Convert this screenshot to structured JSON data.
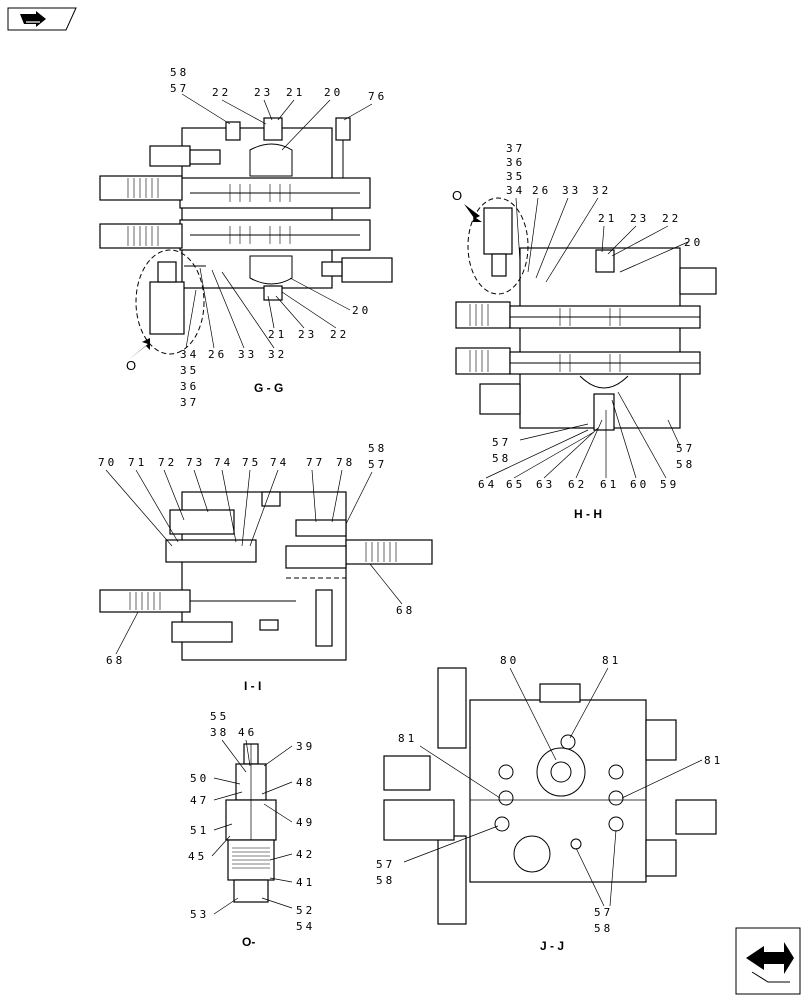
{
  "nav": {
    "top_icon": "book-arrow-icon",
    "bottom_icon": "next-arrow-icon"
  },
  "views": {
    "gg": {
      "caption": "G - G",
      "view_marker": "O",
      "callouts_top": [
        "58",
        "57",
        "22",
        "23",
        "21",
        "20",
        "76"
      ],
      "callouts_bottom": [
        "34",
        "35",
        "36",
        "37",
        "26",
        "33",
        "32",
        "21",
        "23",
        "22",
        "20"
      ]
    },
    "hh": {
      "caption": "H - H",
      "view_marker": "O",
      "callouts_top": [
        "37",
        "36",
        "35",
        "34",
        "26",
        "33",
        "32",
        "21",
        "23",
        "22",
        "20"
      ],
      "callouts_bottom": [
        "57",
        "58",
        "64",
        "65",
        "63",
        "62",
        "61",
        "60",
        "59",
        "57",
        "58"
      ]
    },
    "ii": {
      "caption": "I - I",
      "callouts_top": [
        "70",
        "71",
        "72",
        "73",
        "74",
        "75",
        "74",
        "77",
        "78",
        "58",
        "57"
      ],
      "callouts_side": [
        "68",
        "68"
      ]
    },
    "o": {
      "caption": "O-",
      "callouts": [
        "55",
        "38",
        "46",
        "39",
        "50",
        "47",
        "48",
        "49",
        "51",
        "45",
        "42",
        "41",
        "53",
        "52",
        "54"
      ]
    },
    "jj": {
      "caption": "J - J",
      "callouts": [
        "80",
        "81",
        "81",
        "81",
        "57",
        "58",
        "57",
        "58"
      ]
    }
  }
}
